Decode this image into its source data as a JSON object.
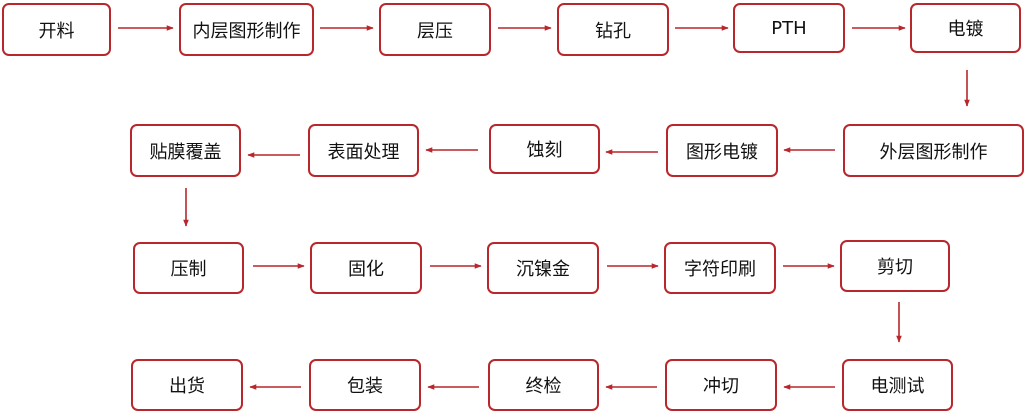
{
  "diagram": {
    "title": "",
    "accent_color": "#b8272c",
    "steps": [
      {
        "id": "s1",
        "label": "开料"
      },
      {
        "id": "s2",
        "label": "内层图形制作"
      },
      {
        "id": "s3",
        "label": "层压"
      },
      {
        "id": "s4",
        "label": "钻孔"
      },
      {
        "id": "s5",
        "label": "PTH"
      },
      {
        "id": "s6",
        "label": "电镀"
      },
      {
        "id": "s7",
        "label": "外层图形制作"
      },
      {
        "id": "s8",
        "label": "图形电镀"
      },
      {
        "id": "s9",
        "label": "蚀刻"
      },
      {
        "id": "s10",
        "label": "表面处理"
      },
      {
        "id": "s11",
        "label": "贴膜覆盖"
      },
      {
        "id": "s12",
        "label": "压制"
      },
      {
        "id": "s13",
        "label": "固化"
      },
      {
        "id": "s14",
        "label": "沉镍金"
      },
      {
        "id": "s15",
        "label": "字符印刷"
      },
      {
        "id": "s16",
        "label": "剪切"
      },
      {
        "id": "s17",
        "label": "电测试"
      },
      {
        "id": "s18",
        "label": "冲切"
      },
      {
        "id": "s19",
        "label": "终检"
      },
      {
        "id": "s20",
        "label": "包装"
      },
      {
        "id": "s21",
        "label": "出货"
      }
    ]
  }
}
